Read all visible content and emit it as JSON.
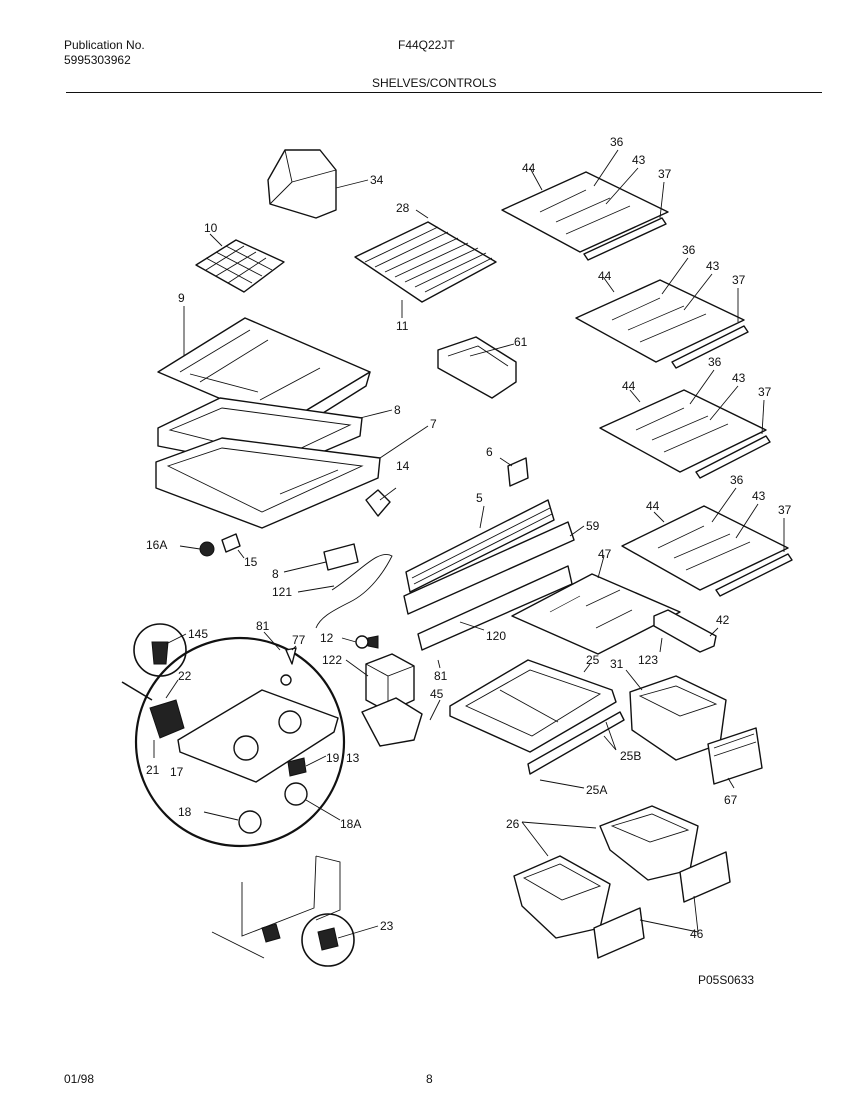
{
  "header": {
    "publication_label": "Publication No.",
    "publication_number": "5995303962",
    "model": "F44Q22JT",
    "section_title": "SHELVES/CONTROLS"
  },
  "footer": {
    "date": "01/98",
    "page": "8"
  },
  "figure_code": "P05S0633",
  "callouts": [
    "34",
    "10",
    "28",
    "11",
    "9",
    "8",
    "7",
    "61",
    "6",
    "14",
    "16A",
    "15",
    "5",
    "59",
    "8",
    "121",
    "12",
    "122",
    "81",
    "77",
    "145",
    "22",
    "21",
    "17",
    "19",
    "13",
    "18",
    "18A",
    "45",
    "81",
    "120",
    "47",
    "42",
    "123",
    "25",
    "31",
    "25B",
    "25A",
    "67",
    "26",
    "46",
    "23",
    "36",
    "43",
    "44",
    "37",
    "36",
    "43",
    "44",
    "37",
    "36",
    "43",
    "44",
    "37",
    "36",
    "43",
    "44",
    "37"
  ]
}
